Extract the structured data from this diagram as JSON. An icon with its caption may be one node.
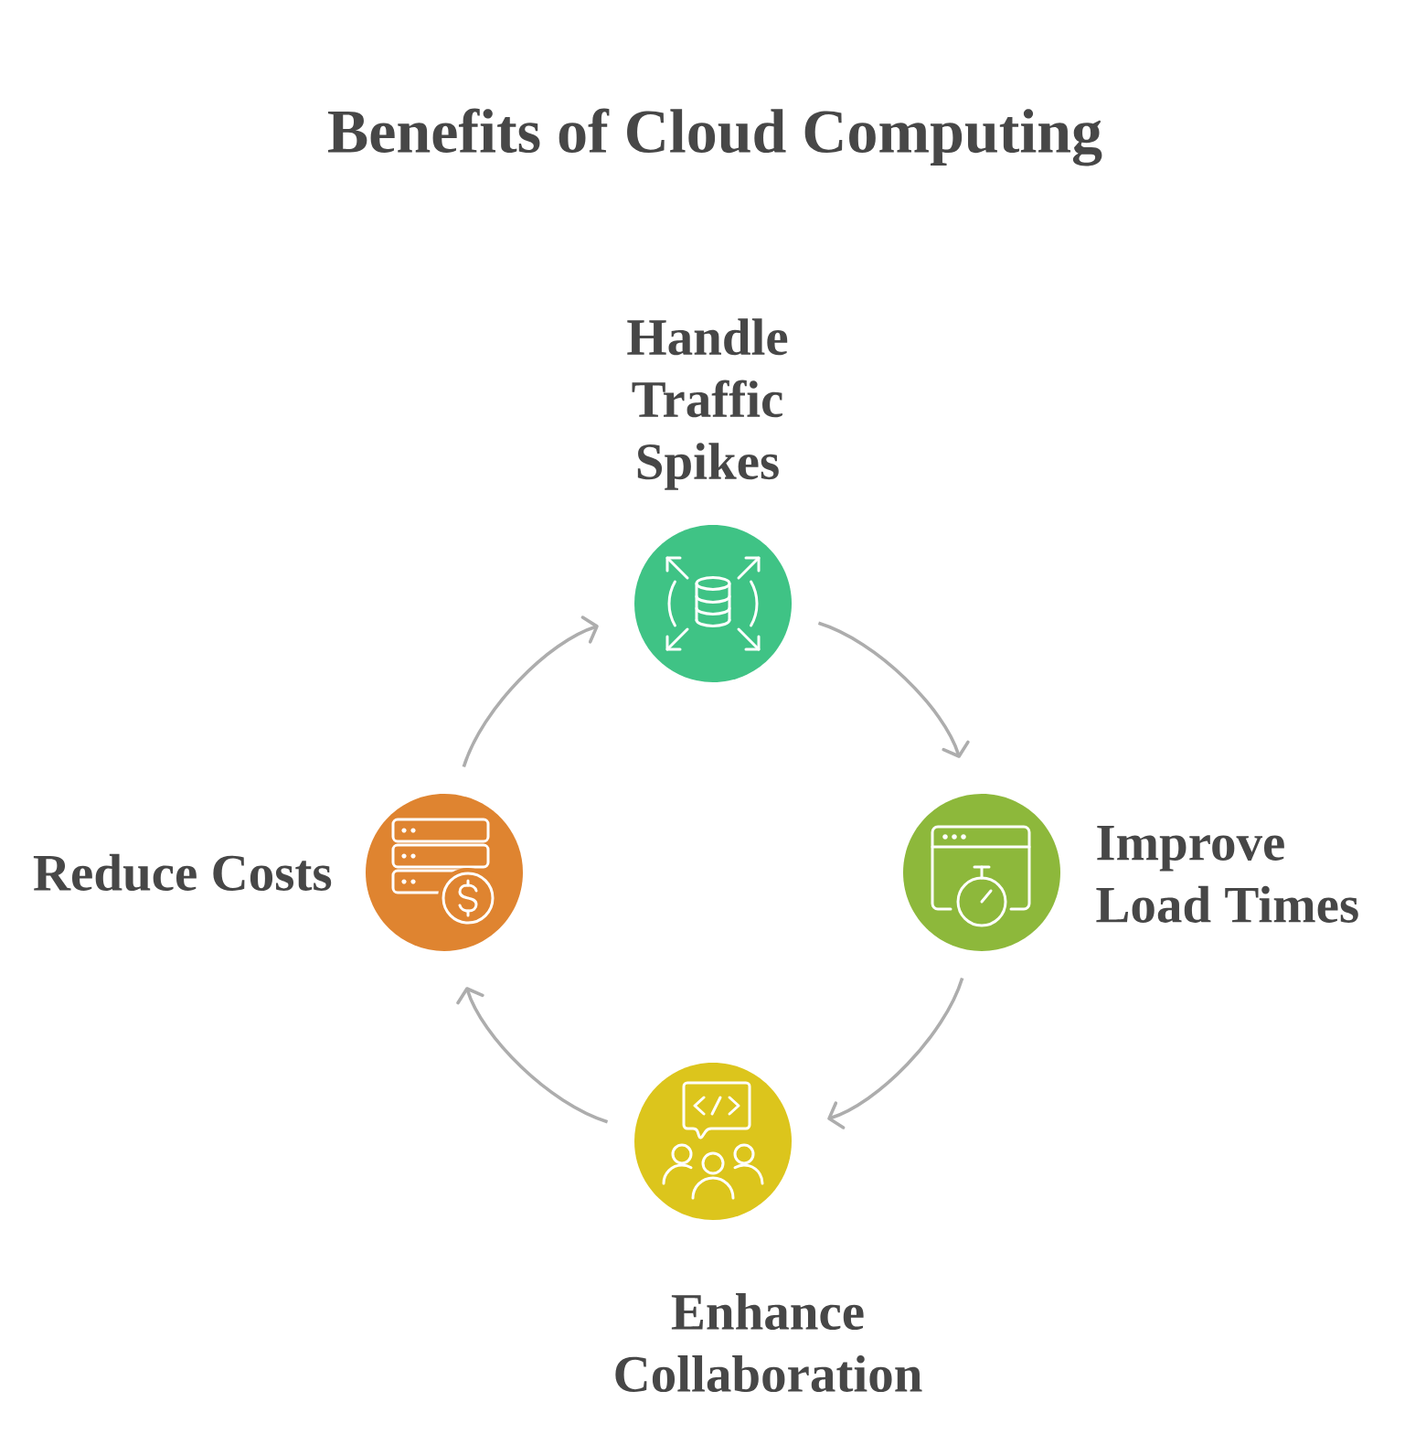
{
  "diagram": {
    "title": "Benefits of Cloud Computing",
    "nodes": [
      {
        "text": [
          "Handle Traffic Spikes"
        ]
      },
      {
        "text": [
          "Improve Load Times"
        ]
      },
      {
        "text": [
          "Enhance Collaboration"
        ]
      },
      {
        "text": [
          "Reduce Costs"
        ]
      }
    ],
    "edges": [
      {
        "from": 0,
        "to": 1,
        "arrow": "to"
      },
      {
        "from": 1,
        "to": 2,
        "arrow": "to"
      },
      {
        "from": 2,
        "to": 3,
        "arrow": "to"
      },
      {
        "from": 3,
        "to": 0,
        "arrow": "to"
      }
    ]
  }
}
